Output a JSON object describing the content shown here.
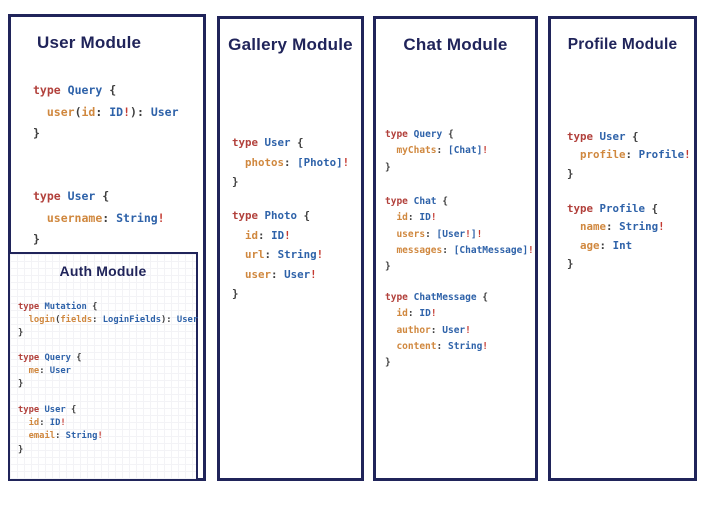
{
  "colors": {
    "theme": {
      "navy": "#20245a",
      "bg": "#ffffff"
    },
    "tokens": {
      "k": "#b2413c",
      "t": "#2e62a9",
      "f": "#d0883f",
      "p": "#3f3f3f",
      "e": "#c43a31"
    }
  },
  "panels": {
    "user": {
      "title": "User Module",
      "blocks": {
        "query": [
          [
            [
              "type",
              "k"
            ],
            [
              " ",
              "p"
            ],
            [
              "Query",
              "t"
            ],
            [
              " {",
              "p"
            ]
          ],
          [
            [
              "  ",
              "p"
            ],
            [
              "user",
              "f"
            ],
            [
              "(",
              "p"
            ],
            [
              "id",
              "f"
            ],
            [
              ":",
              "p"
            ],
            [
              " ",
              "p"
            ],
            [
              "ID",
              "t"
            ],
            [
              "!",
              "e"
            ],
            [
              "):",
              "p"
            ],
            [
              " ",
              "p"
            ],
            [
              "User",
              "t"
            ]
          ],
          [
            [
              "}",
              "p"
            ]
          ]
        ],
        "user_type": [
          [
            [
              "type",
              "k"
            ],
            [
              " ",
              "p"
            ],
            [
              "User",
              "t"
            ],
            [
              " {",
              "p"
            ]
          ],
          [
            [
              "  ",
              "p"
            ],
            [
              "username",
              "f"
            ],
            [
              ":",
              "p"
            ],
            [
              " ",
              "p"
            ],
            [
              "String",
              "t"
            ],
            [
              "!",
              "e"
            ]
          ],
          [
            [
              "}",
              "p"
            ]
          ]
        ]
      }
    },
    "auth": {
      "title": "Auth Module",
      "blocks": {
        "mutation": [
          [
            [
              "type",
              "k"
            ],
            [
              " ",
              "p"
            ],
            [
              "Mutation",
              "t"
            ],
            [
              " {",
              "p"
            ]
          ],
          [
            [
              "  ",
              "p"
            ],
            [
              "login",
              "f"
            ],
            [
              "(",
              "p"
            ],
            [
              "fields",
              "f"
            ],
            [
              ":",
              "p"
            ],
            [
              " ",
              "p"
            ],
            [
              "LoginFields",
              "t"
            ],
            [
              "):",
              "p"
            ],
            [
              " ",
              "p"
            ],
            [
              "User",
              "t"
            ]
          ],
          [
            [
              "}",
              "p"
            ]
          ]
        ],
        "query": [
          [
            [
              "type",
              "k"
            ],
            [
              " ",
              "p"
            ],
            [
              "Query",
              "t"
            ],
            [
              " {",
              "p"
            ]
          ],
          [
            [
              "  ",
              "p"
            ],
            [
              "me",
              "f"
            ],
            [
              ":",
              "p"
            ],
            [
              " ",
              "p"
            ],
            [
              "User",
              "t"
            ]
          ],
          [
            [
              "}",
              "p"
            ]
          ]
        ],
        "user_type": [
          [
            [
              "type",
              "k"
            ],
            [
              " ",
              "p"
            ],
            [
              "User",
              "t"
            ],
            [
              " {",
              "p"
            ]
          ],
          [
            [
              "  ",
              "p"
            ],
            [
              "id",
              "f"
            ],
            [
              ":",
              "p"
            ],
            [
              " ",
              "p"
            ],
            [
              "ID",
              "t"
            ],
            [
              "!",
              "e"
            ]
          ],
          [
            [
              "  ",
              "p"
            ],
            [
              "email",
              "f"
            ],
            [
              ":",
              "p"
            ],
            [
              " ",
              "p"
            ],
            [
              "String",
              "t"
            ],
            [
              "!",
              "e"
            ]
          ],
          [
            [
              "}",
              "p"
            ]
          ]
        ]
      }
    },
    "gallery": {
      "title": "Gallery Module",
      "blocks": {
        "user_type": [
          [
            [
              "type",
              "k"
            ],
            [
              " ",
              "p"
            ],
            [
              "User",
              "t"
            ],
            [
              " {",
              "p"
            ]
          ],
          [
            [
              "  ",
              "p"
            ],
            [
              "photos",
              "f"
            ],
            [
              ":",
              "p"
            ],
            [
              " ",
              "p"
            ],
            [
              "[Photo]",
              "t"
            ],
            [
              "!",
              "e"
            ]
          ],
          [
            [
              "}",
              "p"
            ]
          ]
        ],
        "photo_type": [
          [
            [
              "type",
              "k"
            ],
            [
              " ",
              "p"
            ],
            [
              "Photo",
              "t"
            ],
            [
              " {",
              "p"
            ]
          ],
          [
            [
              "  ",
              "p"
            ],
            [
              "id",
              "f"
            ],
            [
              ":",
              "p"
            ],
            [
              " ",
              "p"
            ],
            [
              "ID",
              "t"
            ],
            [
              "!",
              "e"
            ]
          ],
          [
            [
              "  ",
              "p"
            ],
            [
              "url",
              "f"
            ],
            [
              ":",
              "p"
            ],
            [
              " ",
              "p"
            ],
            [
              "String",
              "t"
            ],
            [
              "!",
              "e"
            ]
          ],
          [
            [
              "  ",
              "p"
            ],
            [
              "user",
              "f"
            ],
            [
              ":",
              "p"
            ],
            [
              " ",
              "p"
            ],
            [
              "User",
              "t"
            ],
            [
              "!",
              "e"
            ]
          ],
          [
            [
              "}",
              "p"
            ]
          ]
        ]
      }
    },
    "chat": {
      "title": "Chat Module",
      "blocks": {
        "query": [
          [
            [
              "type",
              "k"
            ],
            [
              " ",
              "p"
            ],
            [
              "Query",
              "t"
            ],
            [
              " {",
              "p"
            ]
          ],
          [
            [
              "  ",
              "p"
            ],
            [
              "myChats",
              "f"
            ],
            [
              ":",
              "p"
            ],
            [
              " ",
              "p"
            ],
            [
              "[Chat]",
              "t"
            ],
            [
              "!",
              "e"
            ]
          ],
          [
            [
              "}",
              "p"
            ]
          ]
        ],
        "chat_type": [
          [
            [
              "type",
              "k"
            ],
            [
              " ",
              "p"
            ],
            [
              "Chat",
              "t"
            ],
            [
              " {",
              "p"
            ]
          ],
          [
            [
              "  ",
              "p"
            ],
            [
              "id",
              "f"
            ],
            [
              ":",
              "p"
            ],
            [
              " ",
              "p"
            ],
            [
              "ID",
              "t"
            ],
            [
              "!",
              "e"
            ]
          ],
          [
            [
              "  ",
              "p"
            ],
            [
              "users",
              "f"
            ],
            [
              ":",
              "p"
            ],
            [
              " ",
              "p"
            ],
            [
              "[User",
              "t"
            ],
            [
              "!",
              "e"
            ],
            [
              "]",
              "t"
            ],
            [
              "!",
              "e"
            ]
          ],
          [
            [
              "  ",
              "p"
            ],
            [
              "messages",
              "f"
            ],
            [
              ":",
              "p"
            ],
            [
              " ",
              "p"
            ],
            [
              "[ChatMessage]",
              "t"
            ],
            [
              "!",
              "e"
            ]
          ],
          [
            [
              "}",
              "p"
            ]
          ]
        ],
        "chat_message_type": [
          [
            [
              "type",
              "k"
            ],
            [
              " ",
              "p"
            ],
            [
              "ChatMessage",
              "t"
            ],
            [
              " {",
              "p"
            ]
          ],
          [
            [
              "  ",
              "p"
            ],
            [
              "id",
              "f"
            ],
            [
              ":",
              "p"
            ],
            [
              " ",
              "p"
            ],
            [
              "ID",
              "t"
            ],
            [
              "!",
              "e"
            ]
          ],
          [
            [
              "  ",
              "p"
            ],
            [
              "author",
              "f"
            ],
            [
              ":",
              "p"
            ],
            [
              " ",
              "p"
            ],
            [
              "User",
              "t"
            ],
            [
              "!",
              "e"
            ]
          ],
          [
            [
              "  ",
              "p"
            ],
            [
              "content",
              "f"
            ],
            [
              ":",
              "p"
            ],
            [
              " ",
              "p"
            ],
            [
              "String",
              "t"
            ],
            [
              "!",
              "e"
            ]
          ],
          [
            [
              "}",
              "p"
            ]
          ]
        ]
      }
    },
    "profile": {
      "title": "Profile Module",
      "blocks": {
        "user_type": [
          [
            [
              "type",
              "k"
            ],
            [
              " ",
              "p"
            ],
            [
              "User",
              "t"
            ],
            [
              " {",
              "p"
            ]
          ],
          [
            [
              "  ",
              "p"
            ],
            [
              "profile",
              "f"
            ],
            [
              ":",
              "p"
            ],
            [
              " ",
              "p"
            ],
            [
              "Profile",
              "t"
            ],
            [
              "!",
              "e"
            ]
          ],
          [
            [
              "}",
              "p"
            ]
          ]
        ],
        "profile_type": [
          [
            [
              "type",
              "k"
            ],
            [
              " ",
              "p"
            ],
            [
              "Profile",
              "t"
            ],
            [
              " {",
              "p"
            ]
          ],
          [
            [
              "  ",
              "p"
            ],
            [
              "name",
              "f"
            ],
            [
              ":",
              "p"
            ],
            [
              " ",
              "p"
            ],
            [
              "String",
              "t"
            ],
            [
              "!",
              "e"
            ]
          ],
          [
            [
              "  ",
              "p"
            ],
            [
              "age",
              "f"
            ],
            [
              ":",
              "p"
            ],
            [
              " ",
              "p"
            ],
            [
              "Int",
              "t"
            ]
          ],
          [
            [
              "}",
              "p"
            ]
          ]
        ]
      }
    }
  }
}
